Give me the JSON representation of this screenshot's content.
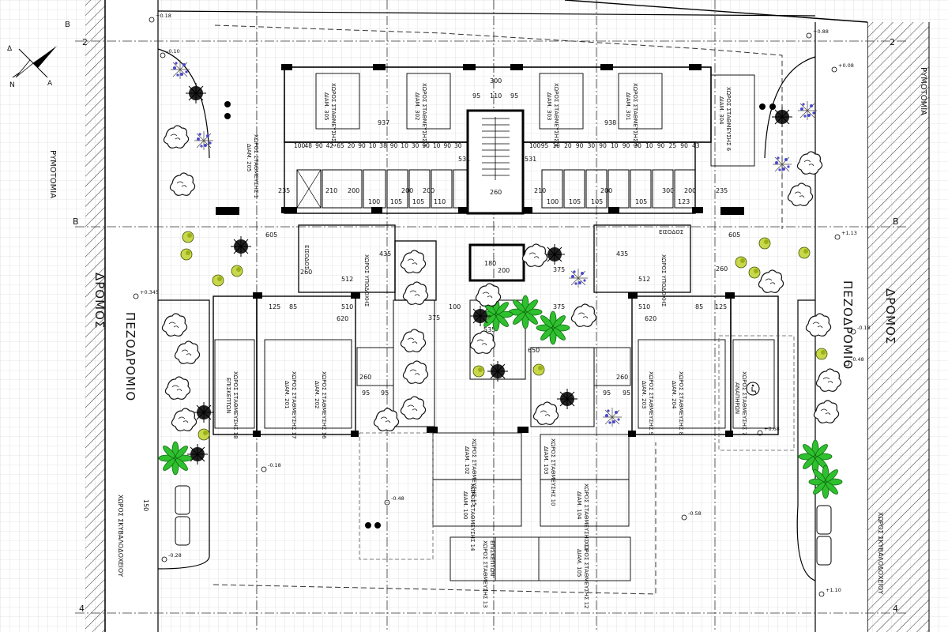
{
  "labels": {
    "street_left": "ΔΡΟΜΟΣ",
    "street_right": "ΔΡΟΜΟΣ",
    "sidewalk_left": "ΠΕΖΟΔΡΟΜΙΟ",
    "sidewalk_right": "ΠΕΖΟΔΡΟΜΙΟ",
    "building_line_left": "ΡΥΜΟΤΟΜΙΑ",
    "building_line_right": "ΡΥΜΟΤΟΜΙΑ",
    "bin_area_left": "ΧΩΡΟΣ ΣΚΥΒΑΛΟΔΟΧΕΙΟΥ",
    "bin_area_right": "ΧΩΡΟΣ ΣΚΥΒΑΛΟΔΟΧΕΙΟΥ",
    "entrance_left": "ΕΙΣΟΔΟΣ",
    "entrance_right": "ΕΙΣΟΔΟΣ",
    "pilotis_left": "ΧΩΡΟΣ ΥΠΟΔΟΧΗΣ",
    "pilotis_right": "ΧΩΡΟΣ ΥΠΟΔΟΧΗΣ",
    "axis_2": "2",
    "axis_B": "B",
    "axis_4": "4",
    "north_B": "B",
    "north_N": "N",
    "north_A": "A",
    "north_D": "Δ"
  },
  "parking_spaces": [
    {
      "id": "p1",
      "name": "ΧΩΡΟΣ ΣΤΑΘΜΕΥΣΗΣ 1",
      "sub": "ΔΙΑΜ. 205"
    },
    {
      "id": "p2",
      "name": "ΧΩΡΟΣ ΣΤΑΘΜΕΥΣΗΣ 2",
      "sub": "ΔΙΑΜ. 305"
    },
    {
      "id": "p3",
      "name": "ΧΩΡΟΣ ΣΤΑΘΜΕΥΣΗΣ 3",
      "sub": "ΔΙΑΜ. 302"
    },
    {
      "id": "p4",
      "name": "ΧΩΡΟΣ ΣΤΑΘΜΕΥΣΗΣ 4",
      "sub": "ΔΙΑΜ. 303"
    },
    {
      "id": "p5",
      "name": "ΧΩΡΟΣ ΣΤΑΘΜΕΥΣΗΣ 5",
      "sub": "ΔΙΑΜ. 301"
    },
    {
      "id": "p6",
      "name": "ΧΩΡΟΣ ΣΤΑΘΜΕΥΣΗΣ 6",
      "sub": "ΔΙΑΜ. 304"
    },
    {
      "id": "p7",
      "name": "ΧΩΡΟΣ ΣΤΑΘΜΕΥΣΗΣ 7",
      "sub": "ΑΝΑΠΗΡΩΝ"
    },
    {
      "id": "p8",
      "name": "ΧΩΡΟΣ ΣΤΑΘΜΕΥΣΗΣ 8",
      "sub": "ΔΙΑΜ. 204"
    },
    {
      "id": "p9",
      "name": "ΧΩΡΟΣ ΣΤΑΘΜΕΥΣΗΣ 9",
      "sub": "ΔΙΑΜ. 203"
    },
    {
      "id": "p10",
      "name": "ΧΩΡΟΣ ΣΤΑΘΜΕΥΣΗΣ 10",
      "sub": "ΔΙΑΜ. 103"
    },
    {
      "id": "p11",
      "name": "ΧΩΡΟΣ ΣΤΑΘΜΕΥΣΗΣ 11",
      "sub": "ΔΙΑΜ. 104"
    },
    {
      "id": "p12",
      "name": "ΧΩΡΟΣ ΣΤΑΘΜΕΥΣΗΣ 12",
      "sub": "ΔΙΑΜ. 105"
    },
    {
      "id": "p13",
      "name": "ΧΩΡΟΣ ΣΤΑΘΜΕΥΣΗΣ 13",
      "sub": "ΕΠΙΣΚΕΠΤΩΝ"
    },
    {
      "id": "p14",
      "name": "ΧΩΡΟΣ ΣΤΑΘΜΕΥΣΗΣ 14",
      "sub": "ΔΙΑΜ. 100"
    },
    {
      "id": "p15",
      "name": "ΧΩΡΟΣ ΣΤΑΘΜΕΥΣΗΣ 15",
      "sub": "ΔΙΑΜ. 102"
    },
    {
      "id": "p16",
      "name": "ΧΩΡΟΣ ΣΤΑΘΜΕΥΣΗΣ 16",
      "sub": "ΔΙΑΜ. 202"
    },
    {
      "id": "p17",
      "name": "ΧΩΡΟΣ ΣΤΑΘΜΕΥΣΗΣ 17",
      "sub": "ΔΙΑΜ. 201"
    },
    {
      "id": "p18",
      "name": "ΧΩΡΟΣ ΣΤΑΘΜΕΥΣΗΣ 18",
      "sub": "ΕΠΙΣΚΕΠΤΩΝ"
    }
  ],
  "dimensions": {
    "d300": "300",
    "d95a": "95",
    "d110": "110",
    "d95b": "95",
    "d937": "937",
    "d938": "938",
    "d531a": "531",
    "d531b": "531",
    "d260a": "260",
    "d235a": "235",
    "d235b": "235",
    "d435a": "435",
    "d435b": "435",
    "d512a": "512",
    "d512b": "512",
    "d605a": "605",
    "d605b": "605",
    "d260b": "260",
    "d260c": "260",
    "d125a": "125",
    "d85a": "85",
    "d510a": "510",
    "d100a": "100",
    "d375a": "375",
    "d620a": "620",
    "d375b": "375",
    "d510b": "510",
    "d85b": "85",
    "d125b": "125",
    "d620b": "620",
    "d180": "180",
    "d200": "200",
    "d375c": "375",
    "d535": "535",
    "d650": "650",
    "d150": "150",
    "d260d": "260",
    "d260e": "260",
    "d95c": "95",
    "d95d": "95",
    "d95e": "95",
    "d95f": "95",
    "d210a": "210",
    "d200a": "200",
    "d100b": "100",
    "d105a": "105",
    "d200b": "200",
    "d105b": "105",
    "d200c": "200",
    "d110b": "110",
    "d210b": "210",
    "d100c": "100",
    "d105c": "105",
    "d200d": "200",
    "d105d": "105",
    "d300b": "300",
    "d105e": "105",
    "d123": "123",
    "d200e": "200",
    "row_top_left": [
      "100",
      "48",
      "90",
      "42",
      "65",
      "20",
      "90",
      "10",
      "38",
      "90",
      "10",
      "30",
      "90",
      "10",
      "90",
      "30"
    ],
    "row_top_right": [
      "100",
      "95",
      "10",
      "20",
      "90",
      "30",
      "90",
      "10",
      "90",
      "30",
      "10",
      "90",
      "25",
      "90",
      "43"
    ]
  },
  "levels": [
    "+0.18",
    "-0.10",
    "+0.88",
    "+1.13",
    "-0.18",
    "-0.48",
    "+0.345",
    "-0.28",
    "+1.10",
    "-0.18",
    "-0.48",
    "+0.68",
    "-0.58",
    "+0.08"
  ]
}
